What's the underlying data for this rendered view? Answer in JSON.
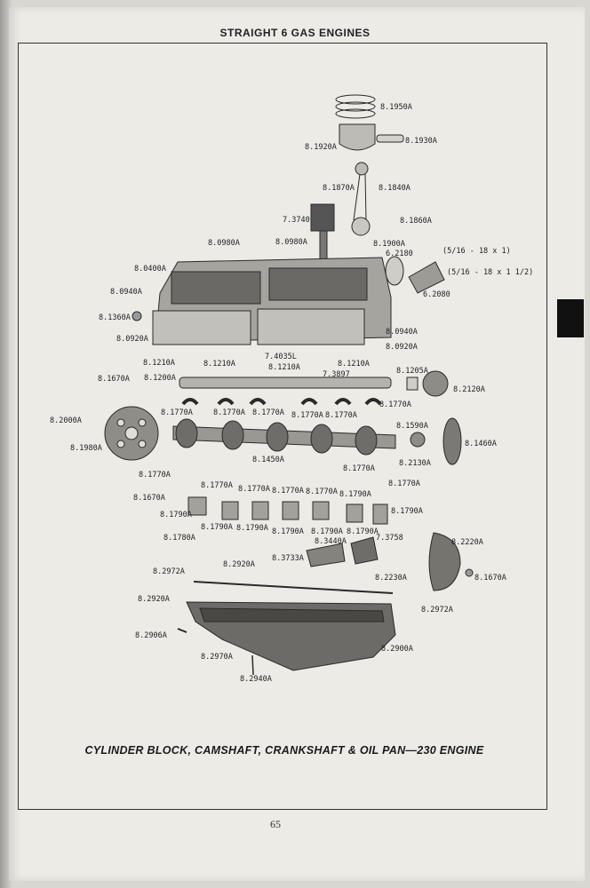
{
  "header": {
    "title": "STRAIGHT 6 GAS ENGINES"
  },
  "caption": "CYLINDER BLOCK, CAMSHAFT, CRANKSHAFT & OIL PAN—230 ENGINE",
  "page_number": "65",
  "labels": [
    "8.1950A",
    "8.1920A",
    "8.1930A",
    "8.1870A",
    "8.1840A",
    "7.3740",
    "8.1860A",
    "8.1900A",
    "6.2180",
    "(5/16 - 18 x 1)",
    "(5/16 - 18 x 1 1/2)",
    "6.2080",
    "8.0980A",
    "8.0980A",
    "8.0400A",
    "8.0940A",
    "8.1360A",
    "8.0920A",
    "8.0940A",
    "8.0920A",
    "7.4035L",
    "7.3897",
    "8.1210A",
    "8.1210A",
    "8.1210A",
    "8.1210A",
    "8.1205A",
    "8.1670A",
    "8.1200A",
    "8.2120A",
    "8.1770A",
    "8.1770A",
    "8.1770A",
    "8.1770A",
    "8.1770A",
    "8.1770A",
    "8.2000A",
    "8.1980A",
    "8.1590A",
    "8.1460A",
    "8.1450A",
    "8.2130A",
    "8.1770A",
    "8.1770A",
    "8.1770A",
    "8.1770A",
    "8.1770A",
    "8.1770A",
    "8.1770A",
    "8.1670A",
    "8.1790A",
    "8.1790A",
    "8.1790A",
    "8.1790A",
    "8.1790A",
    "8.1790A",
    "8.1790A",
    "8.1790A",
    "8.1780A",
    "8.3440A",
    "7.3758",
    "8.2220A",
    "8.3733A",
    "8.2972A",
    "8.2920A",
    "8.2230A",
    "8.1670A",
    "8.2920A",
    "8.2972A",
    "8.2906A",
    "8.2900A",
    "8.2970A",
    "8.2940A"
  ]
}
